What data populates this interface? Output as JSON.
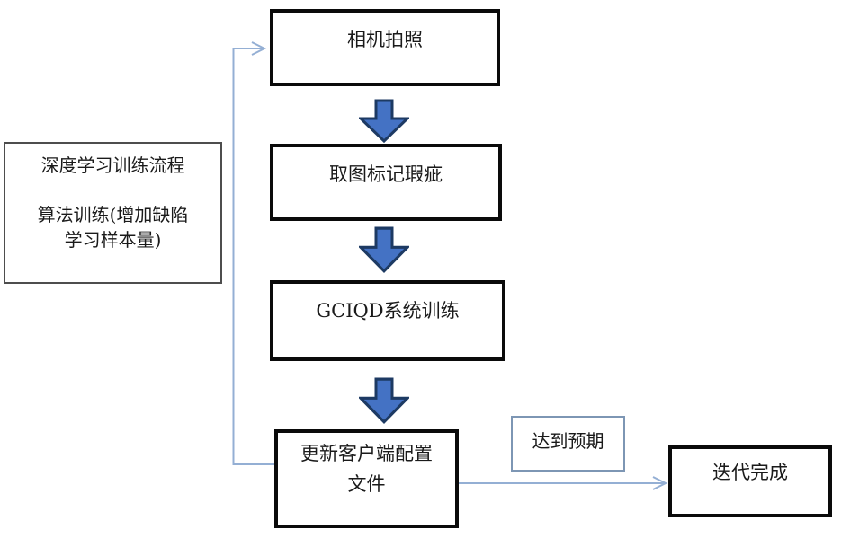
{
  "diagram": {
    "title_note": {
      "text": "深度学习训练流程\n\n算法训练(增加缺陷\n学习样本量)"
    },
    "steps": [
      {
        "label": "相机拍照"
      },
      {
        "label": "取图标记瑕疵"
      },
      {
        "label": "GCIQD系统训练"
      },
      {
        "label": "更新客户端配置\n文件"
      }
    ],
    "condition": {
      "label": "达到预期"
    },
    "end": {
      "label": "迭代完成"
    }
  },
  "colors": {
    "arrow_fill": "#4472c4",
    "arrow_stroke": "#1d3a63",
    "connector": "#94afd4",
    "box_border": "#0a0a0a",
    "note_border": "#4d4d4d",
    "condition_border": "#7d96b4",
    "text": "#1a1a1a"
  }
}
